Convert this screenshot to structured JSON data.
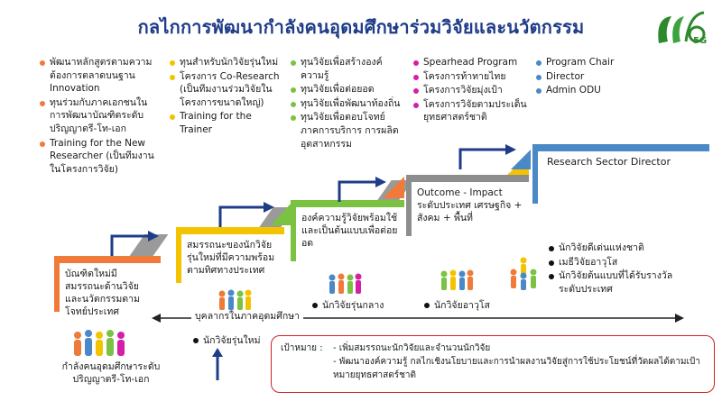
{
  "title": "กลไกการพัฒนากำลังคนอุดมศึกษาร่วมวิจัยและนวัตกรรม",
  "logo": {
    "text": "5G"
  },
  "colors": {
    "orange": "#ef7a3a",
    "yellow": "#f4c300",
    "green": "#7cc242",
    "magenta": "#d61fa8",
    "blue": "#4a88c7",
    "navy": "#1f3c88",
    "red": "#d42020"
  },
  "columns": [
    {
      "dot": "#ef7a3a",
      "items": [
        "พัฒนาหลักสูตรตามความต้องการตลาดบนฐาน Innovation",
        "ทุนร่วมกับภาคเอกชนในการพัฒนาบัณฑิตระดับปริญญาตรี-โท-เอก",
        "Training for the New Researcher (เป็นทีมงานในโครงการวิจัย)"
      ]
    },
    {
      "dot": "#f4c300",
      "items": [
        "ทุนสำหรับนักวิจัยรุ่นใหม่",
        "โครงการ Co-Research (เป็นทีมงานร่วมวิจัยในโครงการขนาดใหญ่)",
        "Training for the Trainer"
      ]
    },
    {
      "dot": "#7cc242",
      "items": [
        "ทุนวิจัยเพื่อสร้างองค์ความรู้",
        "ทุนวิจัยเพื่อต่อยอด",
        "ทุนวิจัยเพื่อพัฒนาท้องถิ่น",
        "ทุนวิจัยเพื่อตอบโจทย์ภาคการบริการ การผลิต อุตสาหกรรม"
      ]
    },
    {
      "dot": "#d61fa8",
      "items": [
        "Spearhead Program",
        "โครงการท้าทายไทย",
        "โครงการวิจัยมุ่งเป้า",
        "โครงการวิจัยตามประเด็นยุทธศาสตร์ชาติ"
      ]
    },
    {
      "dot": "#4a88c7",
      "items": [
        "Program Chair",
        "Director",
        "Admin ODU"
      ]
    }
  ],
  "steps": [
    {
      "text": "บัณฑิตใหม่มีสมรรถนะด้านวิจัยและนวัตกรรมตามโจทย์ประเทศ"
    },
    {
      "text": "สมรรถนะของนักวิจัยรุ่นใหม่ที่มีความพร้อมตามทิศทางประเทศ"
    },
    {
      "text": "องค์ความรู้วิจัยพร้อมใช้และเป็นต้นแบบเพื่อต่อยอด"
    },
    {
      "text": "Outcome - Impact ระดับประเทศ เศรษฐกิจ + สังคม + พื้นที่"
    },
    {
      "text": "Research Sector Director"
    }
  ],
  "people_labels": {
    "bottom_left": "กำลังคนอุดมศึกษาระดับปริญญาตรี-โท-เอก",
    "young": "นักวิจัยรุ่นใหม่",
    "mid": "นักวิจัยรุ่นกลาง",
    "senior": "นักวิจัยอาวุโส",
    "personnel": "บุคลากรในภาคอุดมศึกษา",
    "top_list": [
      "นักวิจัยดีเด่นแห่งชาติ",
      "เมธีวิจัยอาวุโส",
      "นักวิจัยต้นแบบที่ได้รับรางวัลระดับประเทศ"
    ]
  },
  "goal": {
    "label": "เป้าหมาย :",
    "items": [
      "- เพิ่มสมรรถนะนักวิจัยและจำนวนนักวิจัย",
      "- พัฒนาองค์ความรู้ กลไกเชิงนโยบายและการนำผลงานวิจัยสู่การใช้ประโยชน์ที่วัดผลได้ตามเป้าหมายยุทธศาสตร์ชาติ"
    ]
  }
}
